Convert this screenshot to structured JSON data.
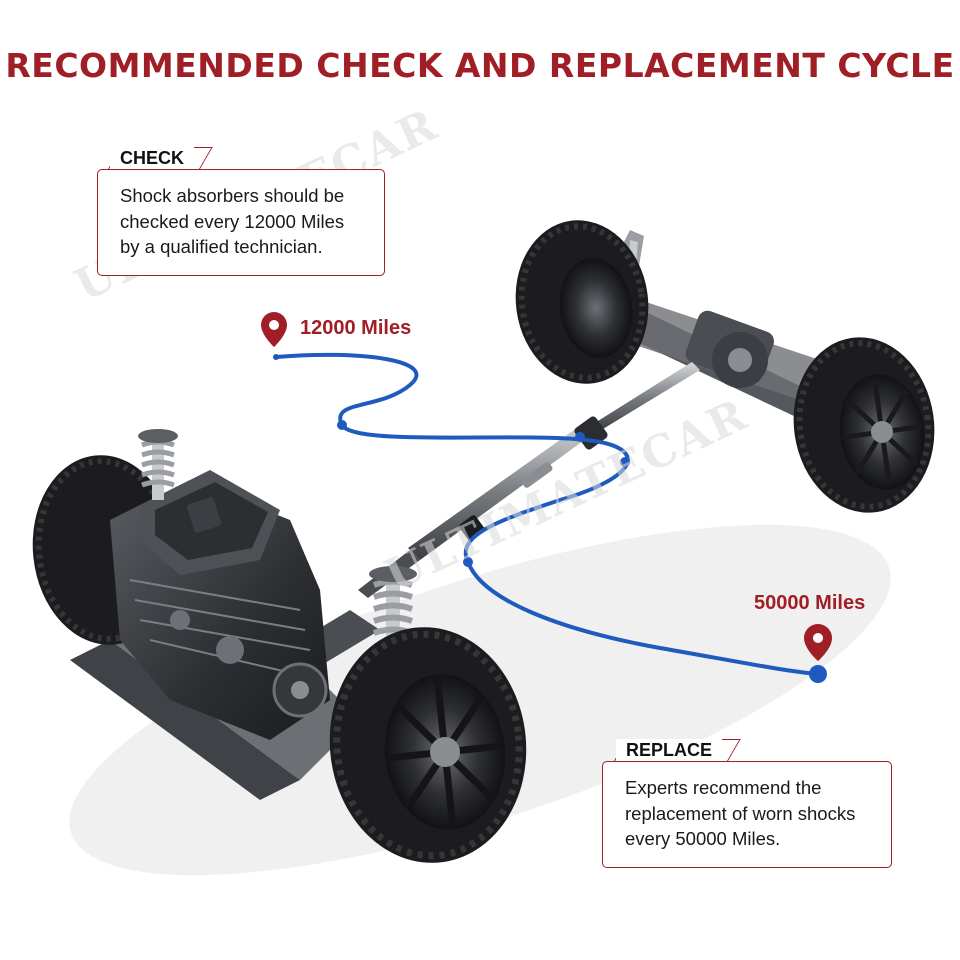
{
  "title": "RECOMMENDED CHECK AND REPLACEMENT CYCLE",
  "watermark": "ULTIMATECAR",
  "check": {
    "tag": "CHECK",
    "lines": [
      "Shock absorbers should be",
      "checked every 12000 Miles",
      "by a qualified technician."
    ]
  },
  "replace": {
    "tag": "REPLACE",
    "lines": [
      "Experts recommend the",
      "replacement of worn shocks",
      "every 50000 Miles."
    ]
  },
  "markers": {
    "start": "12000 Miles",
    "end": "50000 Miles"
  },
  "colors": {
    "accent": "#a01f26",
    "route": "#1f5bbf",
    "chassis": "#3a3d42",
    "tire": "#1c1c1e"
  }
}
